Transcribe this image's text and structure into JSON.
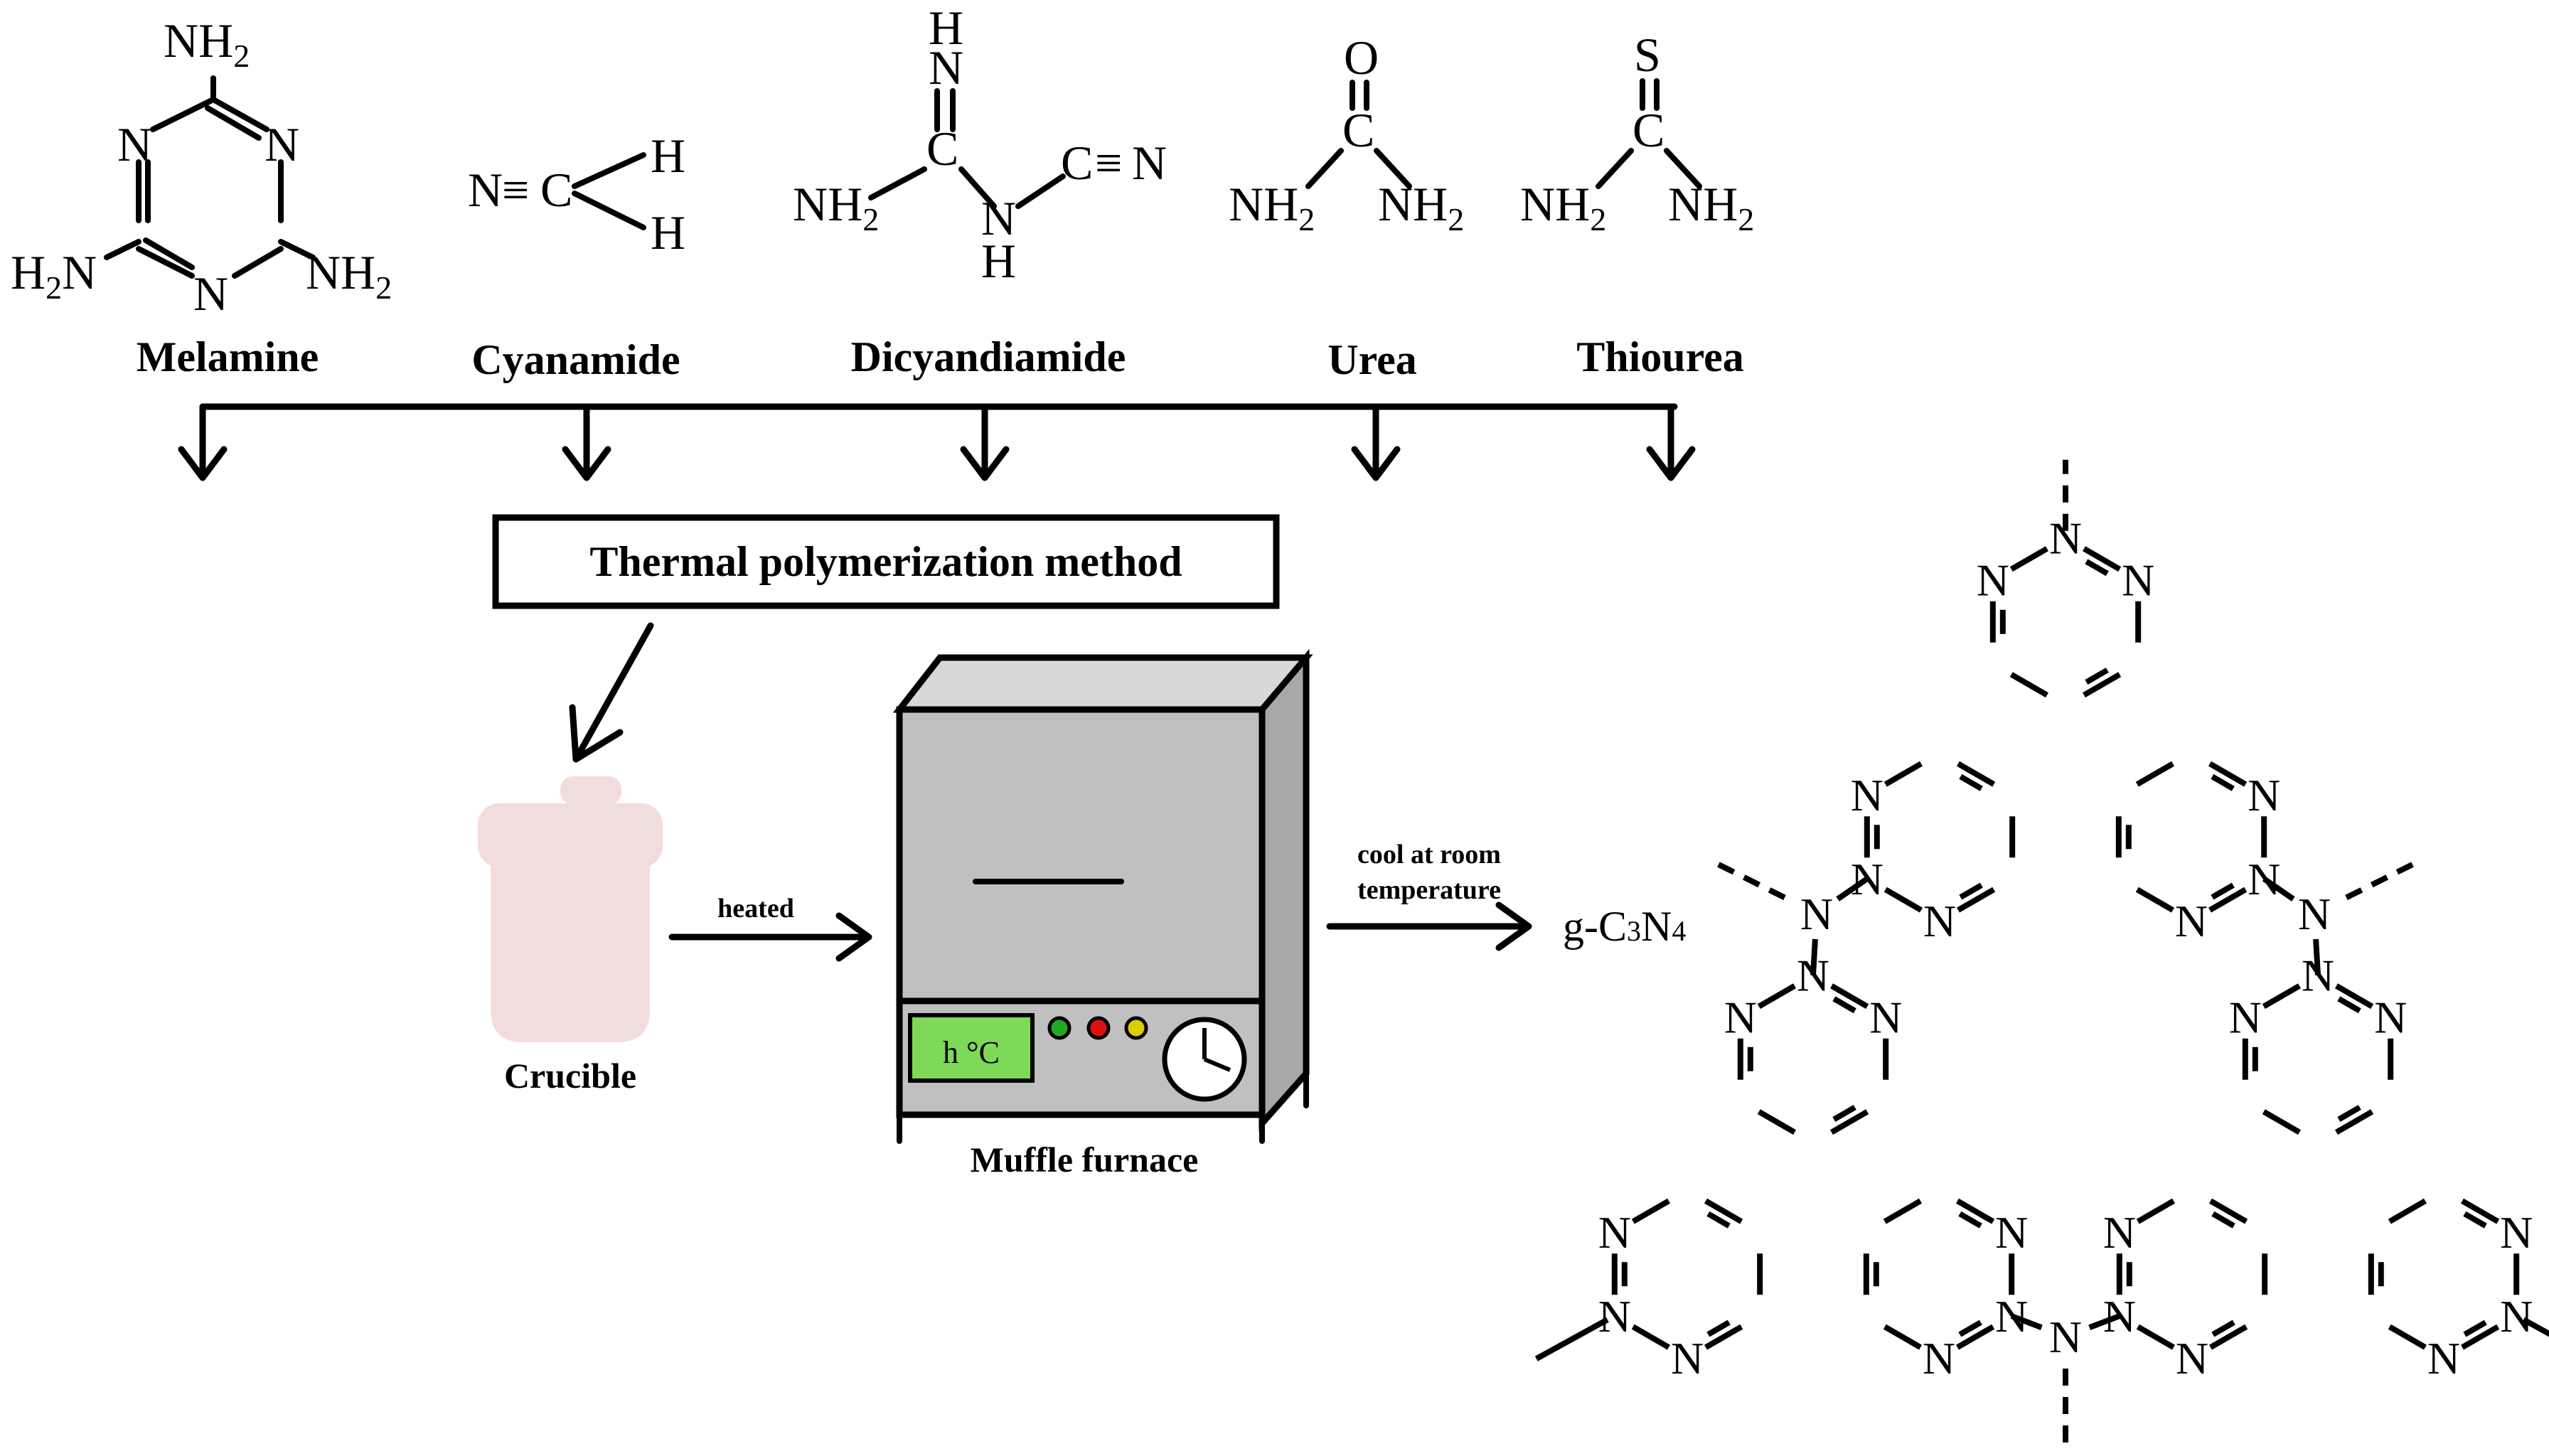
{
  "precursors": {
    "melamine": {
      "name": "Melamine"
    },
    "cyanamide": {
      "name": "Cyanamide"
    },
    "dicyandiamide": {
      "name": "Dicyandiamide"
    },
    "urea": {
      "name": "Urea"
    },
    "thiourea": {
      "name": "Thiourea"
    }
  },
  "atoms": {
    "n": "N",
    "h": "H",
    "c": "C",
    "o": "O",
    "s": "S",
    "nh2": "NH",
    "h2n": "H",
    "sub2": "2",
    "triple": "≡",
    "equals": "="
  },
  "method": {
    "label": "Thermal polymerization method"
  },
  "crucible": {
    "label": "Crucible"
  },
  "furnace": {
    "label": "Muffle furnace",
    "display": "h °C",
    "lights": [
      "#22aa22",
      "#dd1111",
      "#ddcc00"
    ]
  },
  "steps": {
    "heated": "heated",
    "cool_line1": "cool at room",
    "cool_line2": "temperature"
  },
  "product": {
    "prefix": "g-C",
    "sub3": "3",
    "mid": "N",
    "sub4": "4"
  },
  "colors": {
    "crucible": "#f2dddd",
    "furnace_body": "#c0c0c0",
    "furnace_top": "#d8d8d8",
    "furnace_side": "#a8a8a8",
    "display_bg": "#7ed957"
  }
}
